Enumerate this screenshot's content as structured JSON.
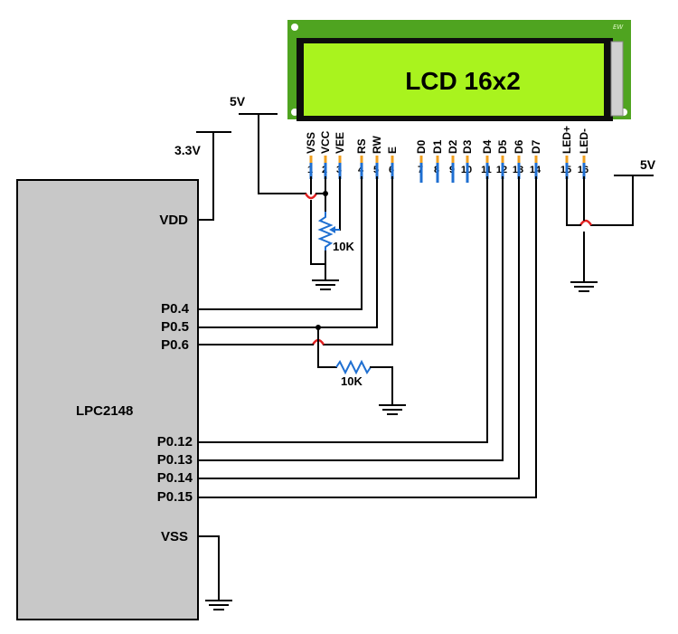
{
  "lcd": {
    "title": "LCD 16x2",
    "badge": "EW",
    "body_color": "#4fa420",
    "screen_color": "#a9f31e",
    "pins": [
      {
        "num": "1",
        "label": "VSS"
      },
      {
        "num": "2",
        "label": "VCC"
      },
      {
        "num": "3",
        "label": "VEE"
      },
      {
        "num": "4",
        "label": "RS"
      },
      {
        "num": "5",
        "label": "RW"
      },
      {
        "num": "6",
        "label": "E"
      },
      {
        "num": "7",
        "label": "D0"
      },
      {
        "num": "8",
        "label": "D1"
      },
      {
        "num": "9",
        "label": "D2"
      },
      {
        "num": "10",
        "label": "D3"
      },
      {
        "num": "11",
        "label": "D4"
      },
      {
        "num": "12",
        "label": "D5"
      },
      {
        "num": "13",
        "label": "D6"
      },
      {
        "num": "14",
        "label": "D7"
      },
      {
        "num": "15",
        "label": "LED+"
      },
      {
        "num": "16",
        "label": "LED-"
      }
    ]
  },
  "mcu": {
    "name": "LPC2148",
    "body_color": "#c8c8c8",
    "pins": {
      "vdd": "VDD",
      "p04": "P0.4",
      "p05": "P0.5",
      "p06": "P0.6",
      "p012": "P0.12",
      "p013": "P0.13",
      "p014": "P0.14",
      "p015": "P0.15",
      "vss": "VSS"
    }
  },
  "supplies": {
    "v33": "3.3V",
    "v5_top": "5V",
    "v5_right": "5V"
  },
  "components": {
    "pot_value": "10K",
    "resistor_value": "10K"
  },
  "colors": {
    "pin": "#1f6fd1",
    "pin_tip": "#f0a020",
    "crossover": "#e02020",
    "resistor": "#1f6fd1"
  }
}
